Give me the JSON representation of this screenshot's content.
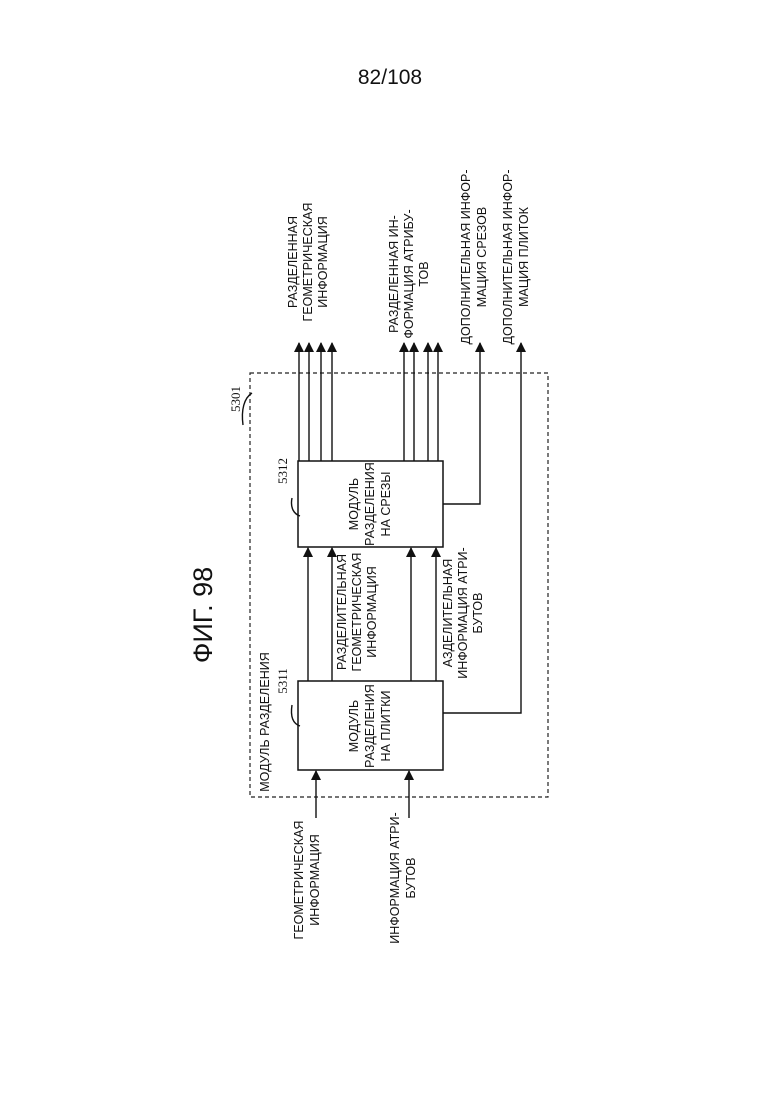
{
  "page_number": "82/108",
  "figure_title": "ФИГ. 98",
  "container": {
    "ref": "5301",
    "label": "МОДУЛЬ РАЗДЕЛЕНИЯ"
  },
  "tile_module": {
    "ref": "5311",
    "lines": [
      "МОДУЛЬ",
      "РАЗДЕЛЕНИЯ",
      "НА ПЛИТКИ"
    ]
  },
  "slice_module": {
    "ref": "5312",
    "lines": [
      "МОДУЛЬ",
      "РАЗДЕЛЕНИЯ",
      "НА СРЕЗЫ"
    ]
  },
  "inputs": {
    "geometry": [
      "ГЕОМЕТРИЧЕСКАЯ",
      "ИНФОРМАЦИЯ"
    ],
    "attributes": [
      "ИНФОРМАЦИЯ АТРИ-",
      "БУТОВ"
    ]
  },
  "intermediate": {
    "geometry": [
      "РАЗДЕЛИТЕЛЬНАЯ",
      "ГЕОМЕТРИЧЕСКАЯ",
      "ИНФОРМАЦИЯ"
    ],
    "attributes": [
      "АЗДЕЛИТЕЛЬНАЯ",
      "ИНФОРМАЦИЯ АТРИ-",
      "БУТОВ"
    ]
  },
  "outputs": {
    "geometry": [
      "РАЗДЕЛЕННАЯ",
      "ГЕОМЕТРИЧЕСКАЯ",
      "ИНФОРМАЦИЯ"
    ],
    "attributes": [
      "РАЗДЕЛЕННАЯ ИН-",
      "ФОРМАЦИЯ АТРИБУ-",
      "ТОВ"
    ],
    "slice_info": [
      "ДОПОЛНИТЕЛЬНАЯ ИНФОР-",
      "МАЦИЯ СРЕЗОВ"
    ],
    "tile_info": [
      "ДОПОЛНИТЕЛЬНАЯ ИНФОР-",
      "МАЦИЯ ПЛИТОК"
    ]
  }
}
